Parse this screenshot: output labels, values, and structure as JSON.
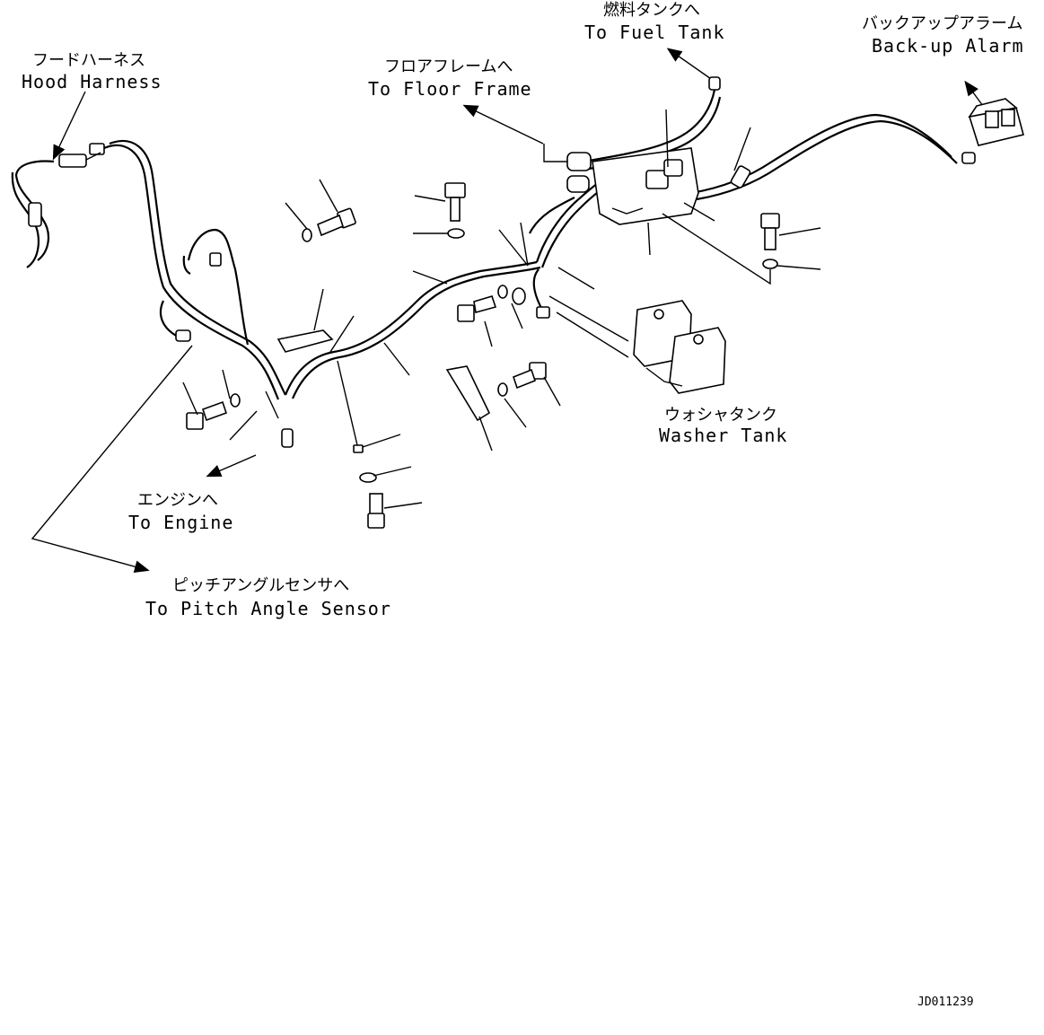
{
  "labels": {
    "hood_harness_jp": "フードハーネス",
    "hood_harness_en": "Hood Harness",
    "floor_frame_jp": "フロアフレームへ",
    "floor_frame_en": "To Floor Frame",
    "fuel_tank_jp": "燃料タンクへ",
    "fuel_tank_en": "To Fuel Tank",
    "backup_alarm_jp": "バックアップアラーム",
    "backup_alarm_en": "Back-up Alarm",
    "washer_tank_jp": "ウォシャタンク",
    "washer_tank_en": "Washer Tank",
    "engine_jp": "エンジンへ",
    "engine_en": "To Engine",
    "pitch_sensor_jp": "ピッチアングルセンサへ",
    "pitch_sensor_en": "To Pitch Angle Sensor"
  },
  "drawing_code": "JD011239"
}
